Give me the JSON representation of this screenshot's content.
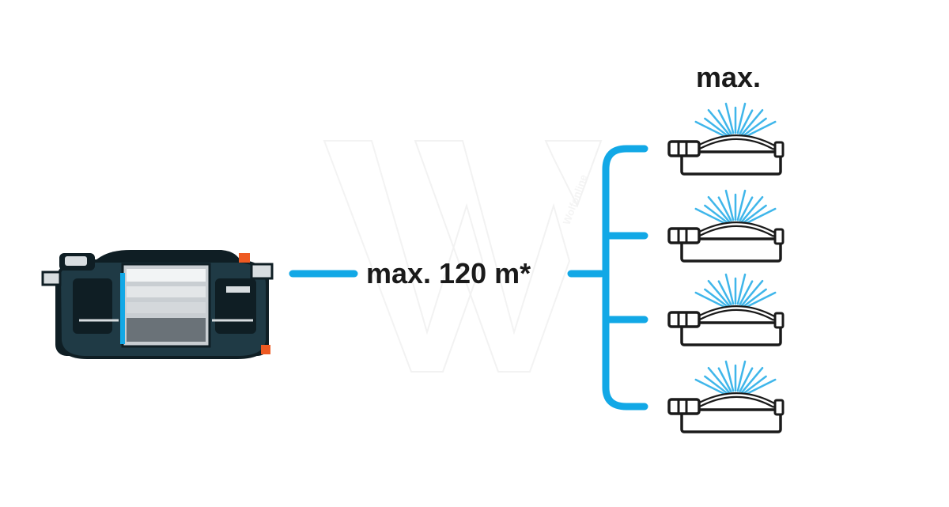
{
  "labels": {
    "distance": "max. 120 m*",
    "sprinklers_max": "max."
  },
  "watermark": "Wolfonline",
  "sprinklers": [
    {
      "id": 1
    },
    {
      "id": 2
    },
    {
      "id": 3
    },
    {
      "id": 4
    }
  ],
  "icons": {
    "pump": "garden-pump-icon",
    "sprinkler": "sprinkler-icon"
  },
  "colors": {
    "pipe": "#12a8e6",
    "spray": "#3fb6ea",
    "outline": "#1a1a1a",
    "pump_body": "#1f3a45",
    "pump_dark": "#0f1e24",
    "accent_orange": "#ee5a22"
  }
}
